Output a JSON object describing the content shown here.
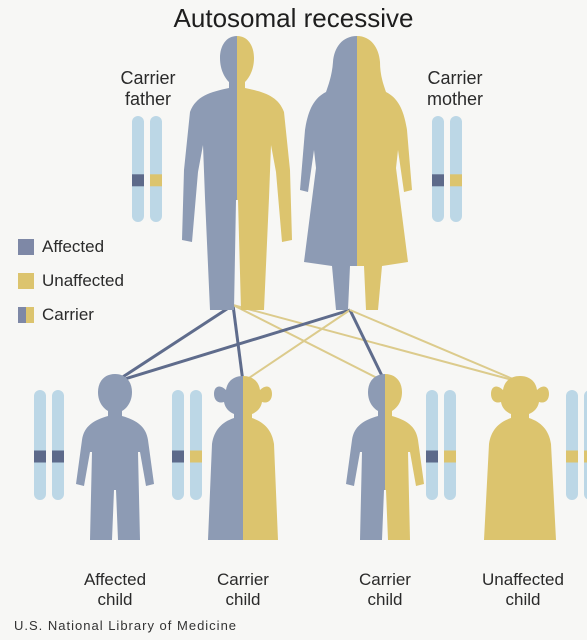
{
  "title": "Autosomal recessive",
  "parents": {
    "father": {
      "line1": "Carrier",
      "line2": "father"
    },
    "mother": {
      "line1": "Carrier",
      "line2": "mother"
    }
  },
  "legend": [
    {
      "label": "Affected",
      "swatch": "affected"
    },
    {
      "label": "Unaffected",
      "swatch": "unaffected"
    },
    {
      "label": "Carrier",
      "swatch": "carrier"
    }
  ],
  "children": [
    {
      "line1": "Affected",
      "line2": "child",
      "status": "affected"
    },
    {
      "line1": "Carrier",
      "line2": "child",
      "status": "carrier"
    },
    {
      "line1": "Carrier",
      "line2": "child",
      "status": "carrier"
    },
    {
      "line1": "Unaffected",
      "line2": "child",
      "status": "unaffected"
    }
  ],
  "credit": "U.S. National Library of Medicine",
  "colors": {
    "affected": "#8d9bb4",
    "affected_dark": "#5d6a8a",
    "unaffected": "#dcc46e",
    "chromosome": "#bcd7e6",
    "line_affected": "#5f6c8c",
    "line_unaffected": "#dccb8c"
  }
}
